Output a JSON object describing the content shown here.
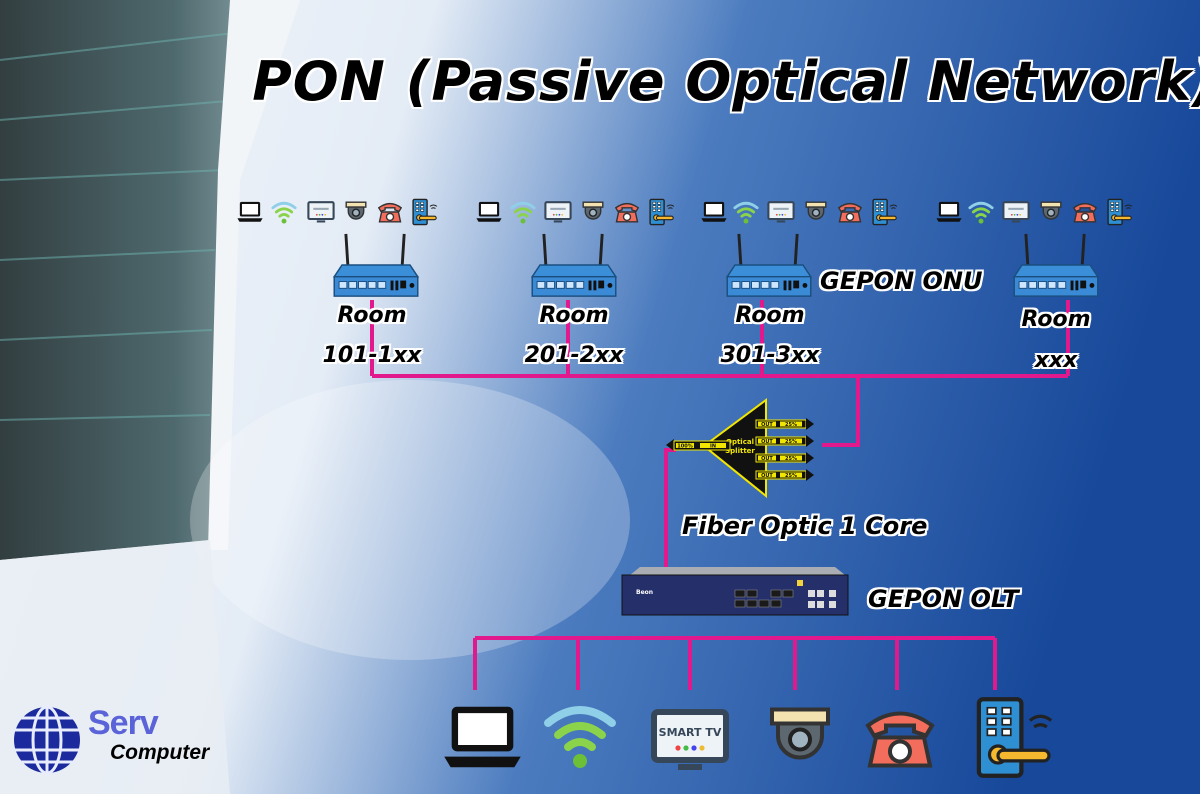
{
  "title": "PON (Passive Optical Network)",
  "colors": {
    "link_line": "#e2198c",
    "background_blue": "#1e4f9a",
    "router_blue": "#3b8fd9",
    "splitter_yellow": "#f2e600"
  },
  "onu": {
    "label": "GEPON ONU",
    "rooms": [
      {
        "line1": "Room",
        "line2": "101-1xx"
      },
      {
        "line1": "Room",
        "line2": "201-2xx"
      },
      {
        "line1": "Room",
        "line2": "301-3xx"
      },
      {
        "line1": "Room",
        "line2": "xxx"
      }
    ],
    "device_icons": [
      "laptop-icon",
      "wifi-icon",
      "smart-tv-icon",
      "cctv-camera-icon",
      "telephone-icon",
      "door-lock-icon"
    ]
  },
  "splitter": {
    "name_line1": "Optical",
    "name_line2": "Splitter",
    "input_percent": "100%",
    "input_label": "IN",
    "outputs": [
      {
        "label": "OUT",
        "percent": "25%"
      },
      {
        "label": "OUT",
        "percent": "25%"
      },
      {
        "label": "OUT",
        "percent": "25%"
      },
      {
        "label": "OUT",
        "percent": "25%"
      }
    ]
  },
  "fiber_label": "Fiber Optic 1 Core",
  "olt": {
    "label": "GEPON OLT"
  },
  "bottom_devices": [
    "laptop-icon",
    "wifi-icon",
    "smart-tv-icon",
    "cctv-camera-icon",
    "telephone-icon",
    "door-lock-icon"
  ],
  "smart_tv_text": "SMART TV",
  "logo": {
    "line1": "Serv",
    "line2": "Computer"
  }
}
